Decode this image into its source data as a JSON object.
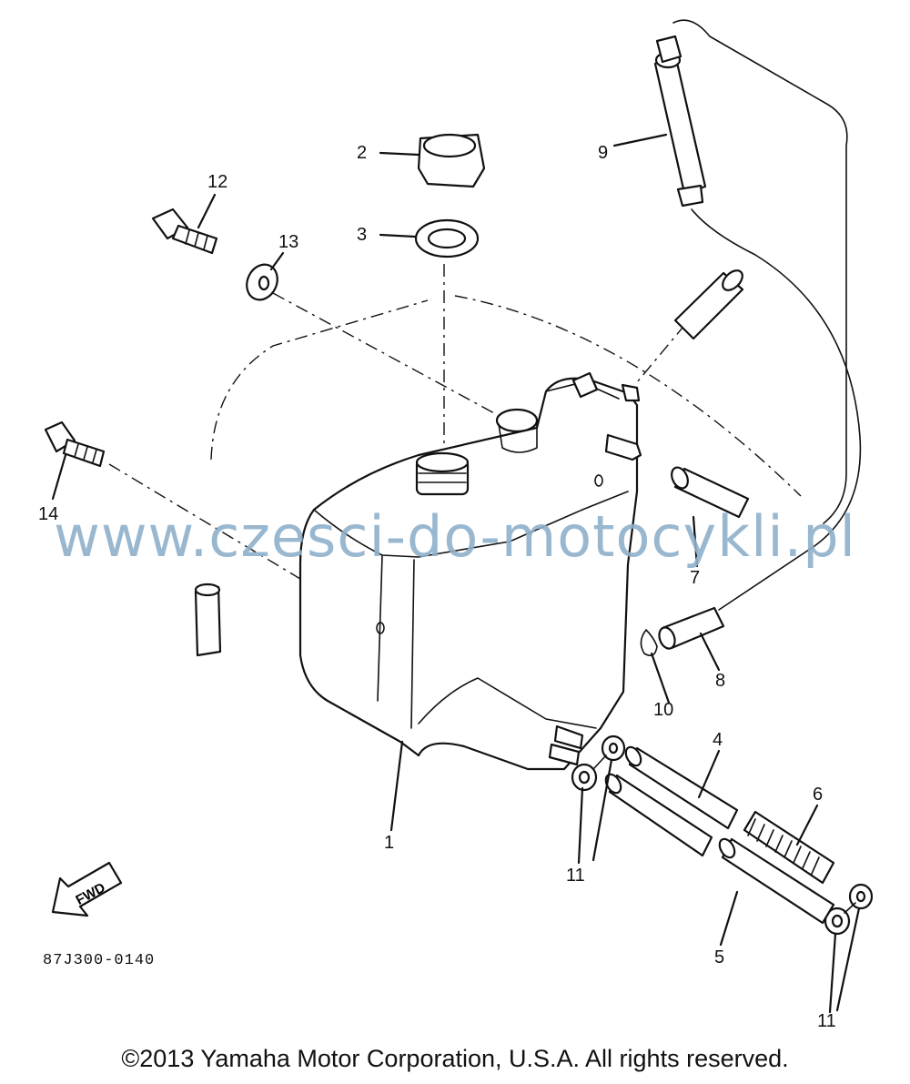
{
  "diagram": {
    "code": "87J300-0140",
    "fwd_label": "FWD",
    "callouts": [
      "1",
      "2",
      "3",
      "4",
      "5",
      "6",
      "7",
      "8",
      "9",
      "10",
      "11",
      "12",
      "13",
      "14"
    ],
    "extra_callouts_11": [
      "11",
      "11"
    ]
  },
  "watermark": "www.czesci-do-motocykli.pl",
  "copyright": "©2013 Yamaha Motor Corporation, U.S.A. All rights reserved."
}
